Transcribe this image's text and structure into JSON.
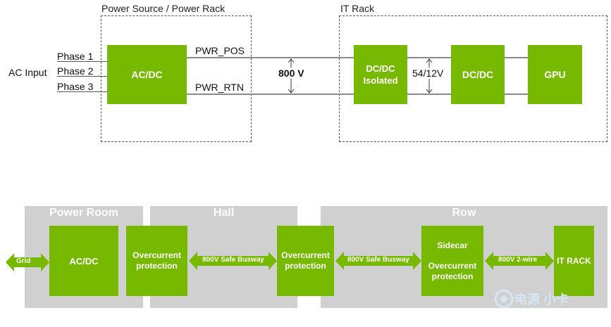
{
  "top": {
    "power_source_label": "Power Source / Power Rack",
    "it_rack_label": "IT Rack",
    "ac_input_label": "AC Input",
    "phases": [
      "Phase 1",
      "Phase 2",
      "Phase 3"
    ],
    "acdc_label": "AC/DC",
    "pwr_pos_label": "PWR_POS",
    "pwr_rtn_label": "PWR_RTN",
    "bus_voltage_label": "800 V",
    "dcdc_isolated_label": "DC/DC\nIsolated",
    "intermediate_voltage_label": "54/12V",
    "dcdc_label": "DC/DC",
    "gpu_label": "GPU"
  },
  "bottom": {
    "zones": {
      "power_room": "Power Room",
      "hall": "Hall",
      "row": "Row"
    },
    "grid_label": "Grid",
    "acdc_label": "AC/DC",
    "overcurrent_label": "Overcurrent\nprotection",
    "busway_label": "800V Safe Busway",
    "sidecar_label": "Sidecar",
    "sidecar_overcurrent_label": "Overcurrent\nprotection",
    "two_wire_label": "800V 2-wire",
    "it_rack_label": "IT RACK"
  },
  "watermark": "电源 小卡",
  "colors": {
    "accent_green": "#77b900",
    "zone_gray": "#d0d0d0",
    "line_gray": "#8a8a8a"
  }
}
